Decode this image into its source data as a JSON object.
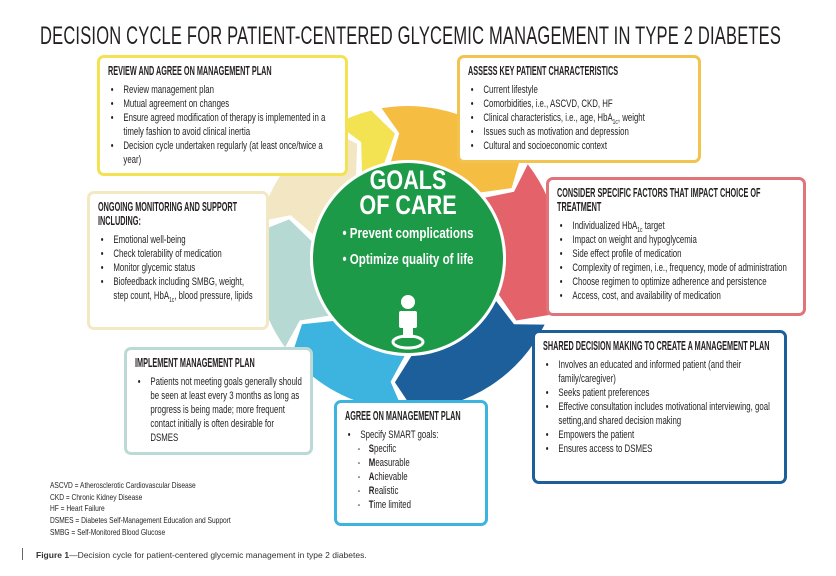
{
  "title": "DECISION CYCLE FOR PATIENT-CENTERED GLYCEMIC MANAGEMENT IN TYPE 2 DIABETES",
  "colors": {
    "goals_green": "#1d9a47",
    "assess": "#f6bd43",
    "consider": "#e4636b",
    "shared": "#1d5f9a",
    "agree": "#3db3e0",
    "implement": "#b7d9d4",
    "ongoing": "#f3e6c2",
    "review": "#f3e252"
  },
  "center": {
    "title_line1": "GOALS",
    "title_line2": "OF CARE",
    "bullets": [
      "• Prevent complications",
      "• Optimize quality of life"
    ],
    "icon": "person-icon"
  },
  "boxes": {
    "review": {
      "heading": "REVIEW AND AGREE ON MANAGEMENT PLAN",
      "items": [
        "Review management plan",
        "Mutual agreement on changes",
        "Ensure agreed modification of therapy is implemented in a timely fashion to avoid clinical inertia",
        "Decision cycle undertaken regularly (at least once/twice a year)"
      ]
    },
    "assess": {
      "heading": "ASSESS KEY PATIENT CHARACTERISTICS",
      "items": [
        "Current lifestyle",
        "Comorbidities, i.e., ASCVD, CKD, HF",
        "Clinical characteristics, i.e., age, HbA1c, weight",
        "Issues such as motivation and depression",
        "Cultural and socioeconomic context"
      ]
    },
    "consider": {
      "heading": "CONSIDER SPECIFIC FACTORS THAT IMPACT CHOICE OF TREATMENT",
      "items": [
        "Individualized HbA1c target",
        "Impact on weight and hypoglycemia",
        "Side effect profile of medication",
        "Complexity of regimen, i.e., frequency, mode of administration",
        "Choose regimen to optimize adherence and persistence",
        "Access, cost, and availability of medication"
      ]
    },
    "shared": {
      "heading": "SHARED DECISION MAKING TO CREATE A MANAGEMENT PLAN",
      "items": [
        "Involves an educated and informed patient (and their family/caregiver)",
        "Seeks patient preferences",
        "Effective consultation includes motivational interviewing, goal setting,and shared decision making",
        "Empowers the patient",
        "Ensures access to DSMES"
      ]
    },
    "agree": {
      "heading": "AGREE ON MANAGEMENT PLAN",
      "items": [
        "Specify SMART goals:"
      ],
      "smart": [
        {
          "letter": "S",
          "rest": "pecific"
        },
        {
          "letter": "M",
          "rest": "easurable"
        },
        {
          "letter": "A",
          "rest": "chievable"
        },
        {
          "letter": "R",
          "rest": "ealistic"
        },
        {
          "letter": "T",
          "rest": "ime limited"
        }
      ]
    },
    "implement": {
      "heading": "IMPLEMENT MANAGEMENT PLAN",
      "items": [
        "Patients not meeting goals generally should be seen at least every 3 months as long as progress is being made; more frequent contact initially is often desirable for DSMES"
      ]
    },
    "ongoing": {
      "heading": "ONGOING MONITORING AND SUPPORT INCLUDING:",
      "items": [
        "Emotional well-being",
        "Check tolerability of medication",
        "Monitor glycemic status",
        "Biofeedback including SMBG, weight, step count, HbA1c, blood pressure, lipids"
      ]
    }
  },
  "abbreviations": [
    "ASCVD = Atherosclerotic Cardiovascular Disease",
    "CKD = Chronic Kidney Disease",
    "HF = Heart Failure",
    "DSMES = Diabetes Self-Management Education and Support",
    "SMBG = Self-Monitored Blood Glucose"
  ],
  "caption": {
    "label": "Figure 1",
    "text": "—Decision cycle for patient-centered glycemic management in type 2 diabetes."
  }
}
